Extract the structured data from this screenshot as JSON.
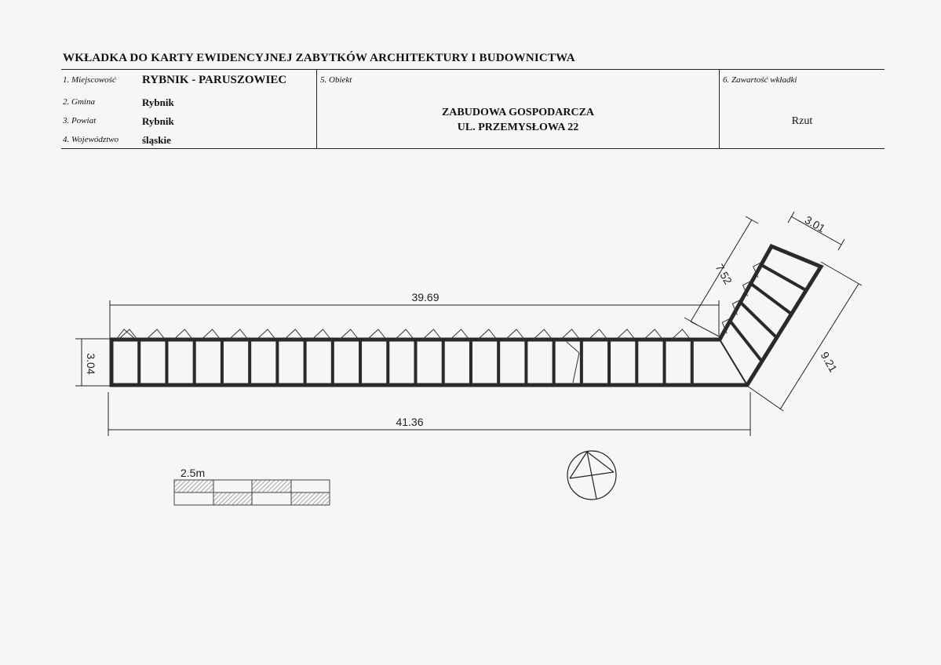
{
  "card": {
    "title": "WKŁADKA DO KARTY EWIDENCYJNEJ ZABYTKÓW ARCHITEKTURY I BUDOWNICTWA",
    "fields": {
      "miejscowosc": {
        "label": "1. Miejscowość",
        "value": "RYBNIK - PARUSZOWIEC"
      },
      "gmina": {
        "label": "2. Gmina",
        "value": "Rybnik"
      },
      "powiat": {
        "label": "3. Powiat",
        "value": "Rybnik"
      },
      "wojewodztwo": {
        "label": "4. Województwo",
        "value": "śląskie"
      }
    },
    "obiekt": {
      "label": "5. Obiekt",
      "line1": "ZABUDOWA GOSPODARCZA",
      "line2": "UL. PRZEMYSŁOWA 22"
    },
    "zawartosc": {
      "label": "6. Zawartość wkładki",
      "value": "Rzut"
    }
  },
  "plan": {
    "dimensions": {
      "top_length": "39.69",
      "bottom_length": "41.36",
      "width": "3.04",
      "wing_width": "3.01",
      "wing_inner": "7.52",
      "wing_outer": "9.21"
    },
    "scale_label": "2.5m",
    "stalls": 22,
    "wing_stalls": 4
  },
  "colors": {
    "ink": "#222222",
    "wall": "#2a2a2a",
    "paper": "#f6f6f8"
  },
  "icons": {
    "north": "north-arrow-icon"
  }
}
